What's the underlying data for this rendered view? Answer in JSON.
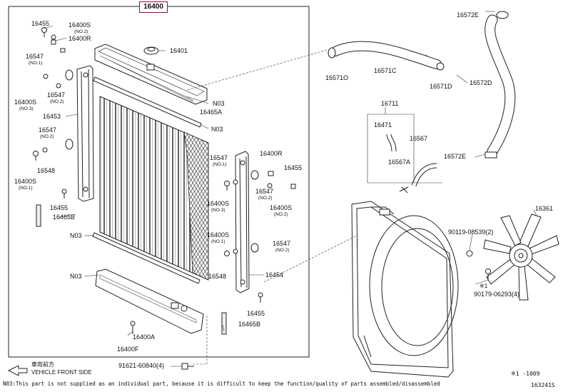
{
  "assembly_number": "16400",
  "labels": {
    "p16455_a": "16455",
    "p16400s_a": "16400S",
    "p16400s_a_sub": "(NO.2)",
    "p16400r_a": "16400R",
    "p16547_a": "16547",
    "p16547_a_sub": "(NO.1)",
    "p16547_b": "16547",
    "p16547_b_sub": "(NO.2)",
    "p16400s_b": "16400S",
    "p16400s_b_sub": "(NO.3)",
    "p16453": "16453",
    "p16547_c": "16547",
    "p16547_c_sub": "(NO.2)",
    "p16548_a": "16548",
    "p16400s_c": "16400S",
    "p16400s_c_sub": "(NO.1)",
    "p16455_b": "16455",
    "p16465b_a": "16465B",
    "p16401": "16401",
    "n03_a": "N03",
    "p16465a": "16465A",
    "n03_b": "N03",
    "n03_c": "N03",
    "n03_d": "N03",
    "p16547_d": "16547",
    "p16547_d_sub": "(NO.1)",
    "p16400r_b": "16400R",
    "p16455_c": "16455",
    "p16400s_d": "16400S",
    "p16400s_d_sub": "(NO.3)",
    "p16547_e": "16547",
    "p16547_e_sub": "(NO.2)",
    "p16400s_e": "16400S",
    "p16400s_e_sub": "(NO.2)",
    "p16400s_f": "16400S",
    "p16400s_f_sub": "(NO.1)",
    "p16547_f": "16547",
    "p16547_f_sub": "(NO.2)",
    "p16548_b": "16548",
    "p16454": "16454",
    "p16455_d": "16455",
    "p16465b_b": "16465B",
    "p16400a": "16400A",
    "p16400f": "16400F",
    "p91621": "91621-60840(4)",
    "p16572e_a": "16572E",
    "p16571c": "16571C",
    "p16571d": "16571D",
    "p16571o": "16571O",
    "p16572d": "16572D",
    "p16711": "16711",
    "p16471": "16471",
    "p16567": "16567",
    "p16567a": "16567A",
    "p16572e_b": "16572E",
    "p16361": "16361",
    "p90119": "90119-08539(2)",
    "p90179": "90179-06293(4)",
    "mark_90179": "※1"
  },
  "direction": {
    "japanese": "車両前方",
    "english": "VEHICLE FRONT SIDE"
  },
  "footnote": "N03:This part is not supplied as an individual part, because it is difficult to keep the function/quality of parts assembled/disassembled",
  "corner_codes": {
    "top": "※1 -1009",
    "bottom": "163241S"
  }
}
